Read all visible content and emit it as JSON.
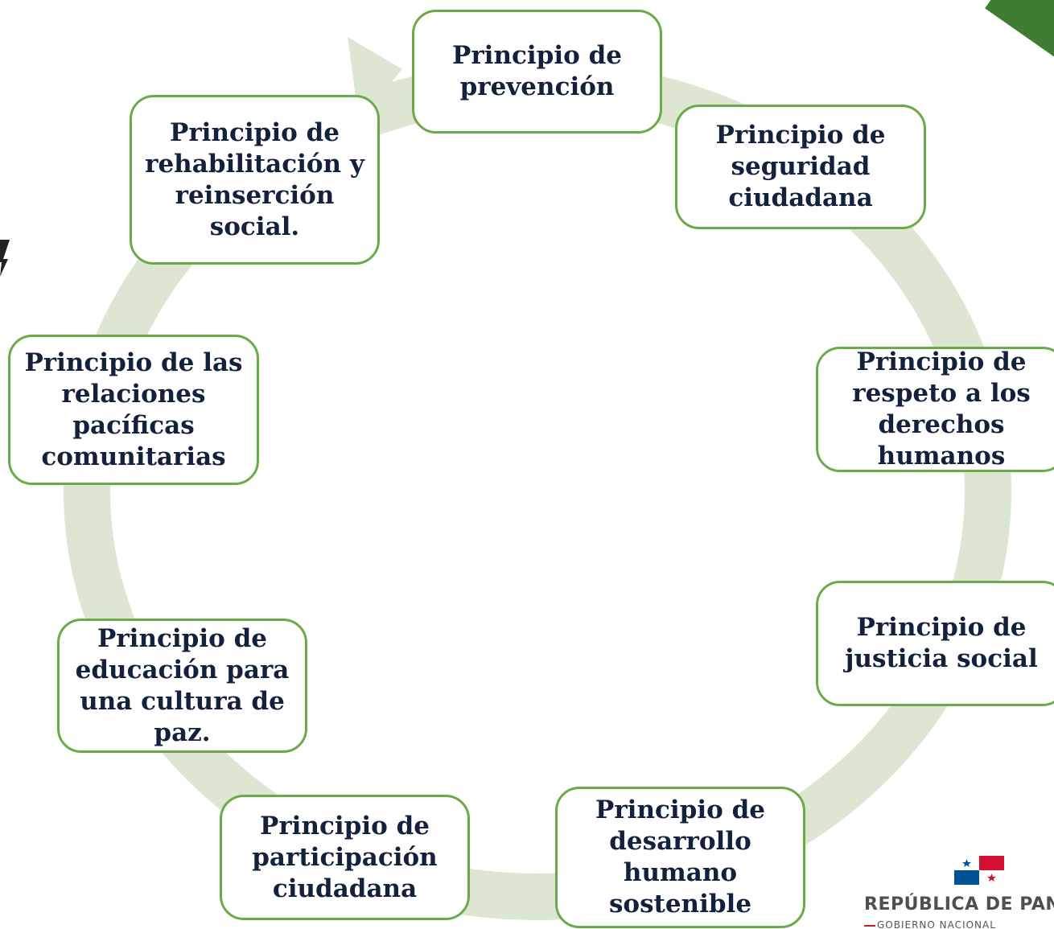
{
  "diagram": {
    "nodes": [
      {
        "id": "prevencion",
        "label": "Principio de prevención"
      },
      {
        "id": "seguridad",
        "label": "Principio de seguridad ciudadana"
      },
      {
        "id": "derechos",
        "label": "Principio de respeto a los derechos humanos"
      },
      {
        "id": "justicia",
        "label": "Principio de justicia social"
      },
      {
        "id": "desarrollo",
        "label": "Principio de desarrollo humano sostenible"
      },
      {
        "id": "participacion",
        "label": "Principio de participación ciudadana"
      },
      {
        "id": "educacion",
        "label": "Principio de educación para una cultura de paz."
      },
      {
        "id": "relaciones",
        "label": "Principio de las relaciones pacíficas comunitarias"
      },
      {
        "id": "rehabilitacion",
        "label": "Principio de rehabilitación y reinserción social."
      }
    ],
    "ring_color": "#dce6d3",
    "node_border_color": "#6aaa48",
    "text_color": "#14213d"
  },
  "logo": {
    "name": "REPÚBLICA DE PANA",
    "subtitle": "GOBIERNO NACIONAL"
  },
  "colors": {
    "corner_accent": "#3f7d33",
    "flag_red": "#d21034",
    "flag_blue": "#005293"
  }
}
